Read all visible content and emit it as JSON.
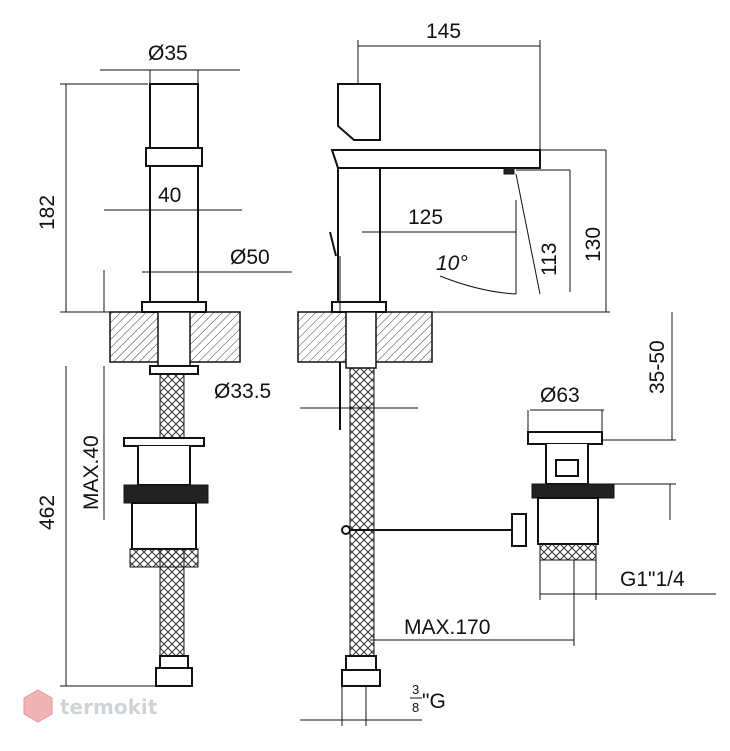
{
  "dimensions": {
    "d35": "Ø35",
    "w40": "40",
    "h182": "182",
    "d50": "Ø50",
    "d33_5": "Ø33.5",
    "max40": "MAX.40",
    "h462": "462",
    "w145": "145",
    "w125": "125",
    "angle": "10°",
    "h113": "113",
    "h130": "130",
    "h35_50": "35-50",
    "d63": "Ø63",
    "thread": "G1\"1/4",
    "max170": "MAX.170",
    "pipe_num": "3",
    "pipe_den": "8",
    "pipe_suffix": "\"G"
  },
  "watermark": {
    "text": "termokit",
    "logo_color": "#e8a0a0"
  },
  "colors": {
    "line": "#111111",
    "hatch": "#555555",
    "background": "#ffffff"
  }
}
